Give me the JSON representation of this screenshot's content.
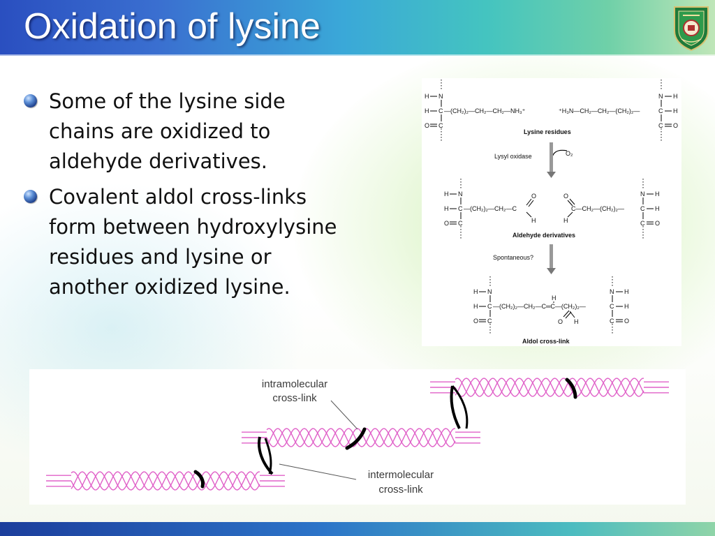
{
  "slide": {
    "title": "Oxidation of lysine",
    "bullets": [
      "Some of the lysine side chains are oxidized to aldehyde derivatives.",
      "Covalent aldol cross-links form between hydroxylysine residues and lysine or another oxidized lysine."
    ]
  },
  "reaction_diagram": {
    "stage1_left": "—(CH₂)₂—CH₂—CH₂—NH₃⁺",
    "stage1_right": "⁺H₃N—CH₂—CH₂—(CH₂)₂—",
    "stage1_label": "Lysine residues",
    "enzyme_label": "Lysyl oxidase",
    "reagent_label": "O₂",
    "stage2_left": "—(CH₂)₂—CH₂—C",
    "stage2_right": "C—CH₂—(CH₂)₂—",
    "stage2_label": "Aldehyde derivatives",
    "step2_label": "Spontaneous?",
    "stage3_chain": "—(CH₂)₂—CH₂—C═C—(CH₂)₂—",
    "stage3_label": "Aldol cross-link",
    "atoms": {
      "H": "H",
      "N": "N",
      "C": "C",
      "O": "O"
    }
  },
  "collagen_figure": {
    "intra_label_line1": "intramolecular",
    "intra_label_line2": "cross-link",
    "inter_label_line1": "intermolecular",
    "inter_label_line2": "cross-link"
  },
  "colors": {
    "accent": "#2a4fc0",
    "helix": "#e060c8",
    "crosslink": "#000000"
  },
  "icons": {
    "logo": "university-crest-icon",
    "bullet": "sphere-bullet-icon"
  }
}
